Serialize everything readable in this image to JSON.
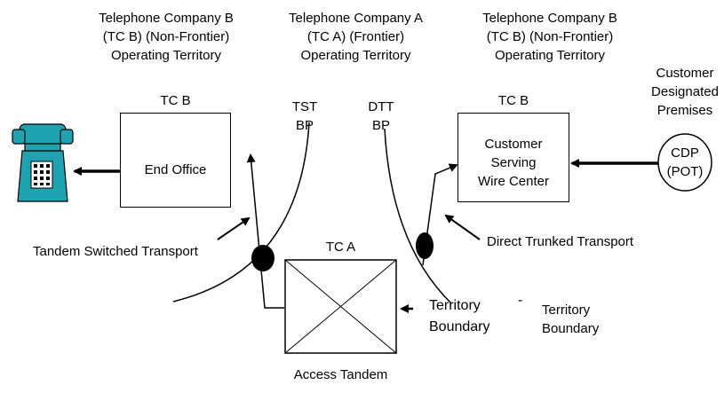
{
  "regions": {
    "left": [
      "Telephone Company B",
      "(TC B) (Non-Frontier)",
      "Operating Territory"
    ],
    "center": [
      "Telephone Company A",
      "(TC A) (Frontier)",
      "Operating Territory"
    ],
    "right": [
      "Telephone Company B",
      "(TC B) (Non-Frontier)",
      "Operating Territory"
    ]
  },
  "customer_premises": [
    "Customer",
    "Designated",
    "Premises"
  ],
  "end_office_box": {
    "header": "TC B",
    "label": "End Office"
  },
  "serving_wire_center_box": {
    "header": "TC B",
    "label": [
      "Customer",
      "Serving",
      "Wire Center"
    ]
  },
  "access_tandem_box": {
    "header": "TC A",
    "label": "Access Tandem"
  },
  "cdp": [
    "CDP",
    "(POT)"
  ],
  "bp_labels": {
    "tst": [
      "TST",
      "BP"
    ],
    "dtt": [
      "DTT",
      "BP"
    ]
  },
  "transport_labels": {
    "tandem_switched": "Tandem Switched Transport",
    "direct_trunked": "Direct Trunked Transport"
  },
  "territory_boundary_left": [
    "Territory",
    "Boundary"
  ],
  "boundary_dash": "-",
  "territory_boundary_right": [
    "Territory",
    "Boundary"
  ],
  "telephone_icon_color": "#1fa3b0"
}
